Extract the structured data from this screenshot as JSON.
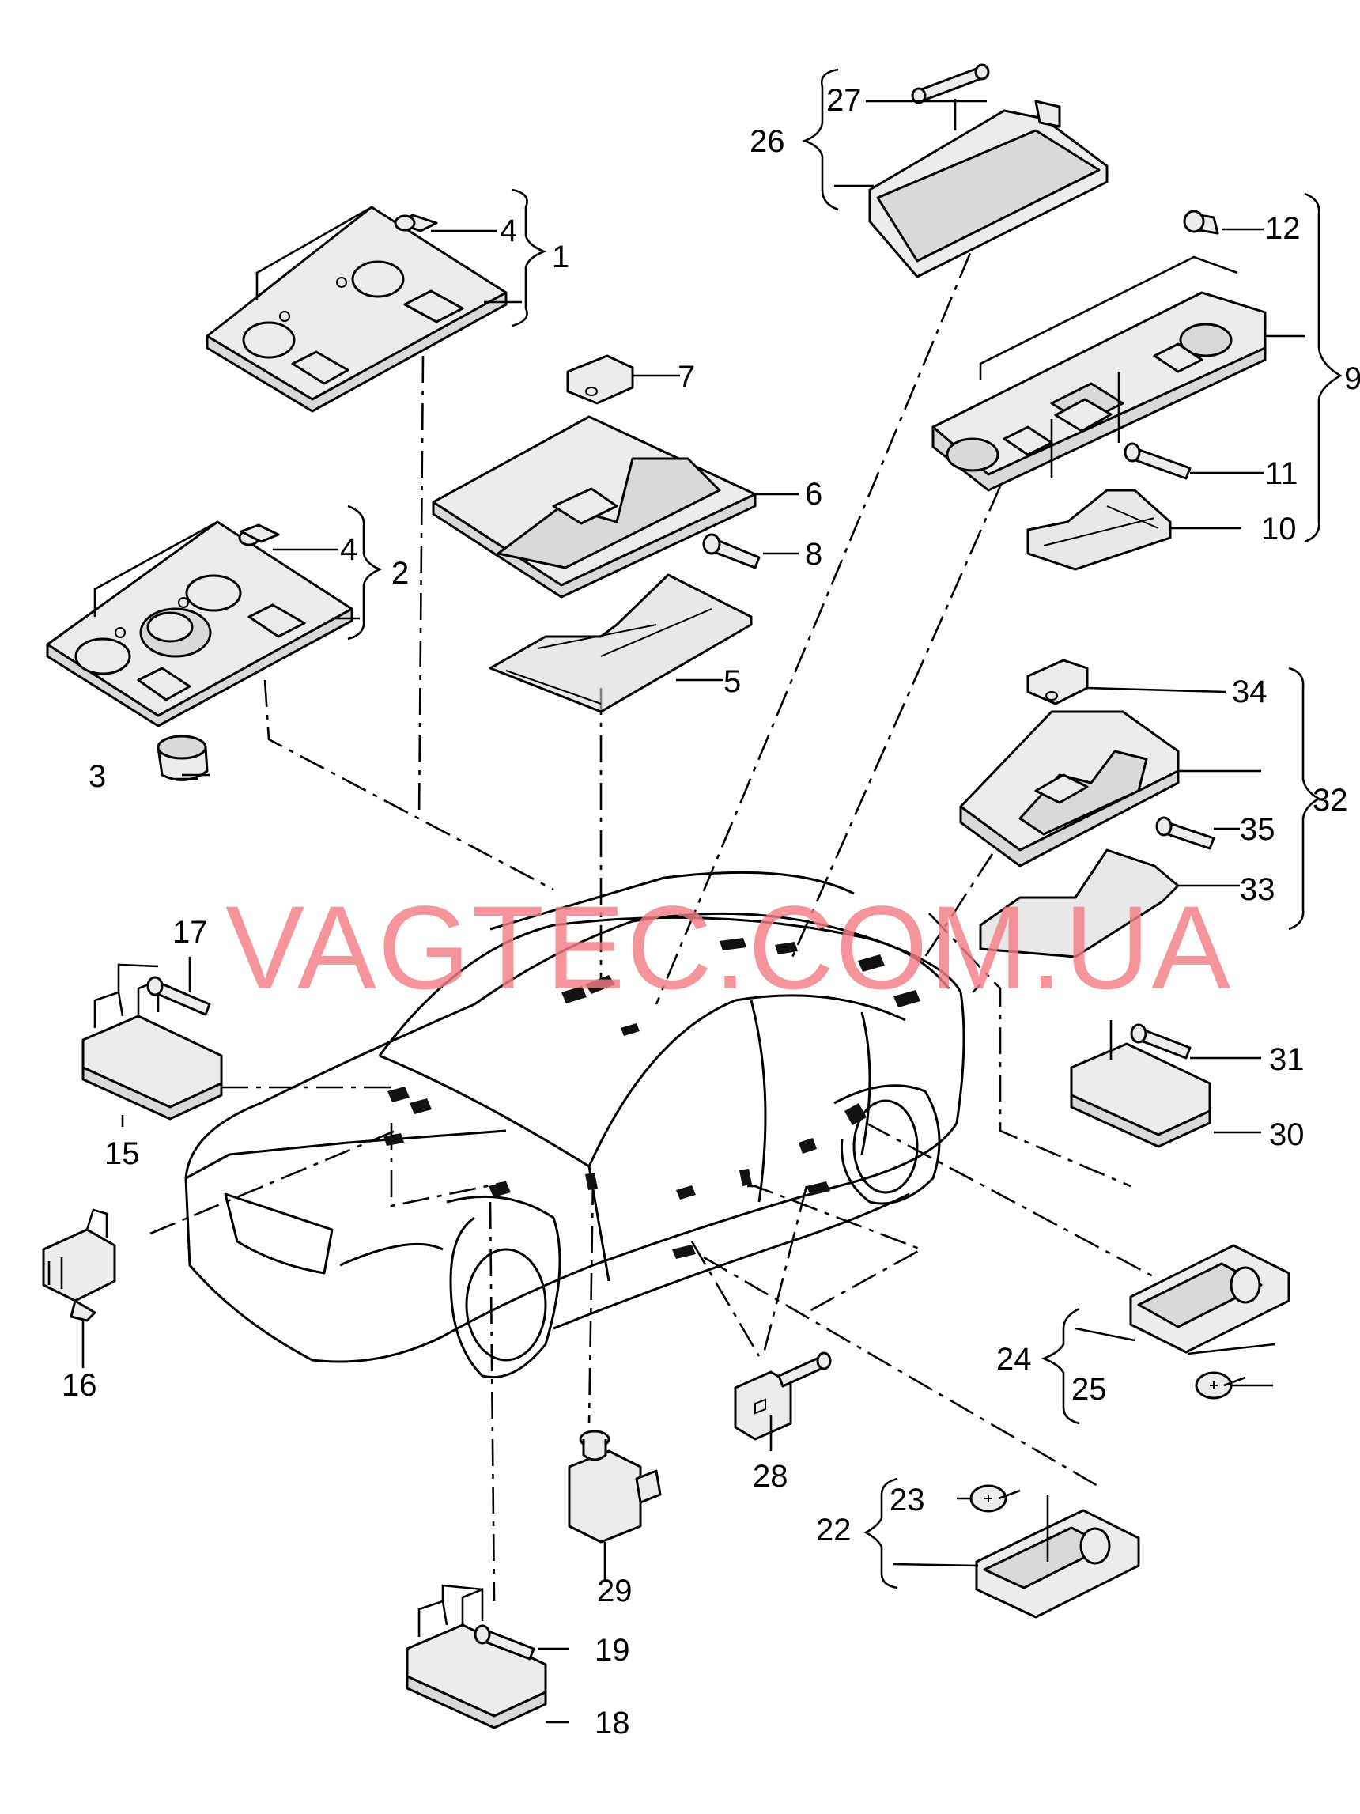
{
  "watermark": "VAGTEC.COM.UA",
  "callouts": [
    {
      "id": "1",
      "text": "1"
    },
    {
      "id": "2",
      "text": "2"
    },
    {
      "id": "3",
      "text": "3"
    },
    {
      "id": "4a",
      "text": "4"
    },
    {
      "id": "4b",
      "text": "4"
    },
    {
      "id": "5",
      "text": "5"
    },
    {
      "id": "6",
      "text": "6"
    },
    {
      "id": "7",
      "text": "7"
    },
    {
      "id": "8",
      "text": "8"
    },
    {
      "id": "9",
      "text": "9"
    },
    {
      "id": "10",
      "text": "10"
    },
    {
      "id": "11",
      "text": "11"
    },
    {
      "id": "12",
      "text": "12"
    },
    {
      "id": "15",
      "text": "15"
    },
    {
      "id": "16",
      "text": "16"
    },
    {
      "id": "17",
      "text": "17"
    },
    {
      "id": "18",
      "text": "18"
    },
    {
      "id": "19",
      "text": "19"
    },
    {
      "id": "22",
      "text": "22"
    },
    {
      "id": "23",
      "text": "23"
    },
    {
      "id": "24",
      "text": "24"
    },
    {
      "id": "25",
      "text": "25"
    },
    {
      "id": "26",
      "text": "26"
    },
    {
      "id": "27",
      "text": "27"
    },
    {
      "id": "28",
      "text": "28"
    },
    {
      "id": "29",
      "text": "29"
    },
    {
      "id": "30",
      "text": "30"
    },
    {
      "id": "31",
      "text": "31"
    },
    {
      "id": "32",
      "text": "32"
    },
    {
      "id": "33",
      "text": "33"
    },
    {
      "id": "34",
      "text": "34"
    },
    {
      "id": "35",
      "text": "35"
    }
  ],
  "colors": {
    "watermark": "#f47c86",
    "line": "#000000",
    "background": "#ffffff"
  }
}
